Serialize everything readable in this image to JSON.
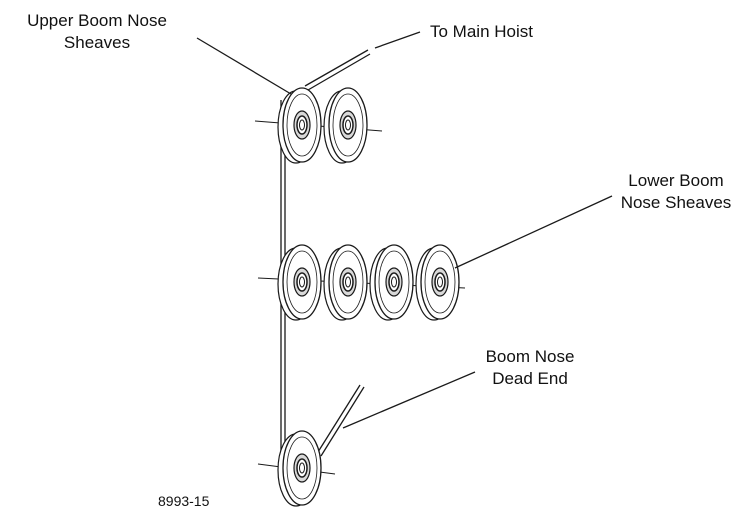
{
  "labels": {
    "upper_boom_nose_sheaves": [
      "Upper Boom Nose",
      "Sheaves"
    ],
    "to_main_hoist": "To Main Hoist",
    "lower_boom_nose_sheaves": [
      "Lower Boom",
      "Nose Sheaves"
    ],
    "boom_nose_dead_end": [
      "Boom Nose",
      "Dead End"
    ],
    "figure_number": "8993-15"
  },
  "sheave_groups": {
    "upper_count": 2,
    "lower_count": 4,
    "dead_end_count": 1
  },
  "colors": {
    "line": "#1a1a1a",
    "fill": "#ffffff",
    "shade": "#d9d9d9"
  }
}
